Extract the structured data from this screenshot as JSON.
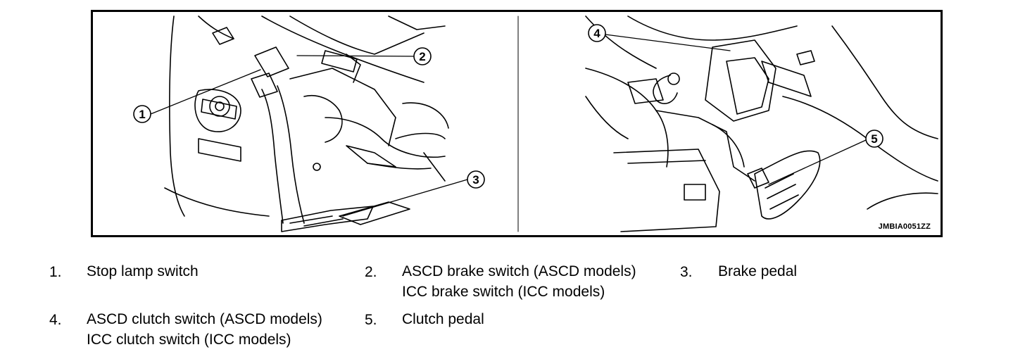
{
  "figure": {
    "code": "JMBIA0051ZZ",
    "callouts": [
      "1",
      "2",
      "3",
      "4",
      "5"
    ]
  },
  "legend": [
    {
      "num": "1.",
      "lines": [
        "Stop lamp switch"
      ]
    },
    {
      "num": "2.",
      "lines": [
        "ASCD brake switch (ASCD models)",
        "ICC brake switch (ICC models)"
      ]
    },
    {
      "num": "3.",
      "lines": [
        "Brake pedal"
      ]
    },
    {
      "num": "4.",
      "lines": [
        "ASCD clutch switch (ASCD models)",
        "ICC clutch switch (ICC models)"
      ]
    },
    {
      "num": "5.",
      "lines": [
        "Clutch pedal"
      ]
    }
  ]
}
